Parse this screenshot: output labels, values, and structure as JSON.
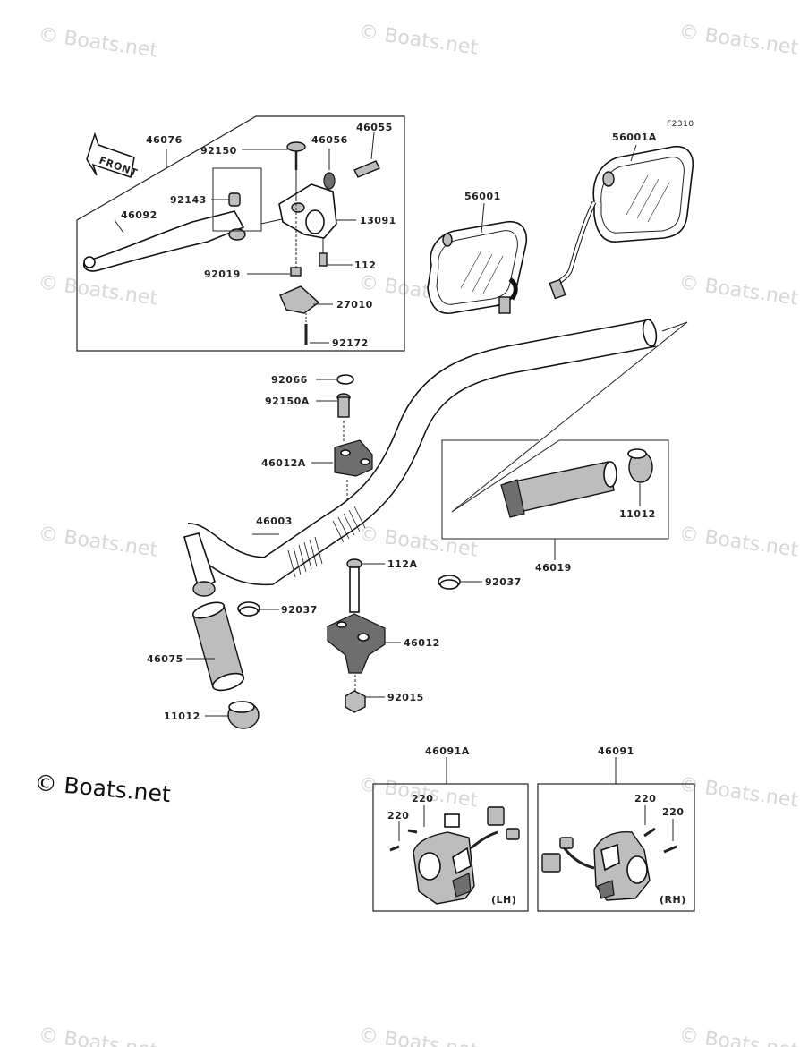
{
  "watermark": "© Boats.net",
  "figure_code": "F2310",
  "front_label": "FRONT",
  "credit": "© Boats.net",
  "parts": {
    "p46076": "46076",
    "p92150": "92150",
    "p46056": "46056",
    "p46055": "46055",
    "p92143": "92143",
    "p46092": "46092",
    "p13091": "13091",
    "p112": "112",
    "p92019": "92019",
    "p27010": "27010",
    "p92172": "92172",
    "p56001A": "56001A",
    "p56001": "56001",
    "p92066": "92066",
    "p92150A": "92150A",
    "p46012A": "46012A",
    "p46003": "46003",
    "p112A": "112A",
    "p92037a": "92037",
    "p92037b": "92037",
    "p46012": "46012",
    "p46075": "46075",
    "p92015": "92015",
    "p11012a": "11012",
    "p11012b": "11012",
    "p46019": "46019",
    "p46091A": "46091A",
    "p46091": "46091",
    "p220a": "220",
    "p220b": "220",
    "p220c": "220",
    "p220d": "220"
  },
  "side_labels": {
    "lh": "(LH)",
    "rh": "(RH)"
  }
}
